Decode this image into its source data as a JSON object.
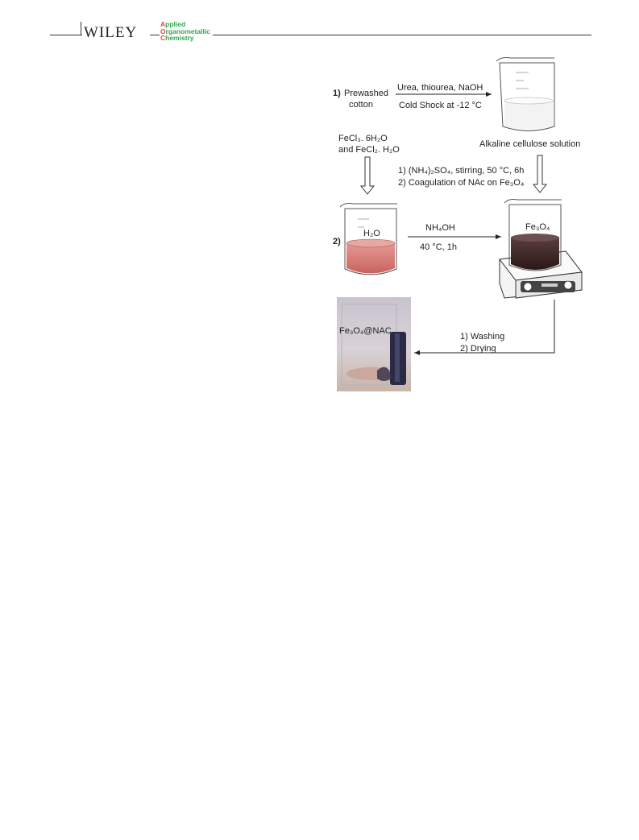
{
  "header": {
    "publisher_logo": "WILEY",
    "journal_lines": [
      {
        "initial": "A",
        "rest": "pplied"
      },
      {
        "initial": "O",
        "rest": "rganometallic"
      },
      {
        "initial": "C",
        "rest": "hemistry"
      }
    ]
  },
  "scheme": {
    "step1_number": "1)",
    "step1_start": [
      "Prewashed",
      "cotton"
    ],
    "arrow1_top": "Urea, thiourea, NaOH",
    "arrow1_bottom": "Cold Shock at -12 °C",
    "beaker1_caption": "Alkaline cellulose solution",
    "fe_salts_line1": "FeCl₃. 6H₂O",
    "fe_salts_line2": "and FeCl₂. H₂O",
    "down_arrow_cond_1": "1) (NH₄)₂SO₄, stirring, 50 °C, 6h",
    "down_arrow_cond_2": "2) Coagulation of NAc on Fe₃O₄",
    "step2_number": "2)",
    "beaker2_label": "H₂O",
    "arrow2_top": "NH₄OH",
    "arrow2_bottom": "40 °C, 1h",
    "beaker3_label": "Fe₃O₄",
    "arrow3_line1": "1) Washing",
    "arrow3_line2": "2) Drying",
    "product_label": "Fe₃O₄@NAC"
  },
  "colors": {
    "logo_green": "#2ea84a",
    "logo_red": "#e8453c",
    "pink_solution": "#d37b78",
    "dark_solution": "#3a2424"
  }
}
